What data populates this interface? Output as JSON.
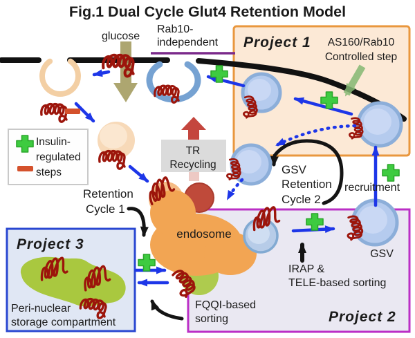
{
  "title": "Fig.1  Dual Cycle Glut4 Retention Model",
  "membrane_area": {
    "glucose": "glucose",
    "rab10_line1": "Rab10-",
    "rab10_line2": "independent"
  },
  "legend": {
    "line1": "Insulin-",
    "line2": "regulated",
    "line3": "steps"
  },
  "project1": {
    "label": "Project 1",
    "note_line1": "AS160/Rab10",
    "note_line2": "Controlled step"
  },
  "project2": {
    "label": "Project 2",
    "gsv": "GSV",
    "irap_line1": "IRAP &",
    "irap_line2": "TELE-based sorting",
    "fqqi_line1": "FQQI-based",
    "fqqi_line2": "sorting"
  },
  "project3": {
    "label": "Project 3",
    "line1": "Peri-nuclear",
    "line2": "storage compartment"
  },
  "cycles": {
    "retention1_line1": "Retention",
    "retention1_line2": "Cycle 1",
    "gsv_line1": "GSV",
    "gsv_line2": "Retention",
    "gsv_line3": "Cycle 2",
    "recruitment": "recruitment"
  },
  "organelles": {
    "endosome": "endosome",
    "tr_line1": "TR",
    "tr_line2": "Recycling"
  },
  "colors": {
    "title_blue": "#2a33d8",
    "project1_orange": "#f5791f",
    "project1_border": "#e9973e",
    "project1_fill": "#fce9d6",
    "project2_purple": "#ad22b5",
    "project2_border": "#bb2fc6",
    "project2_fill": "#eae8f2",
    "project3_blue": "#2947d1",
    "project3_fill": "#e0e7f4",
    "arrow_blue": "#1d36e8",
    "plus_green": "#3ecb40",
    "minus_orange": "#d4512c",
    "glut4_red": "#9c150b",
    "endosome_orange": "#f2a553",
    "tr_red": "#bf4a3a",
    "green_blob": "#a9c83f",
    "membrane_black": "#111111",
    "glucose_olive": "#a49c60",
    "purple_line": "#7b2a8b"
  }
}
